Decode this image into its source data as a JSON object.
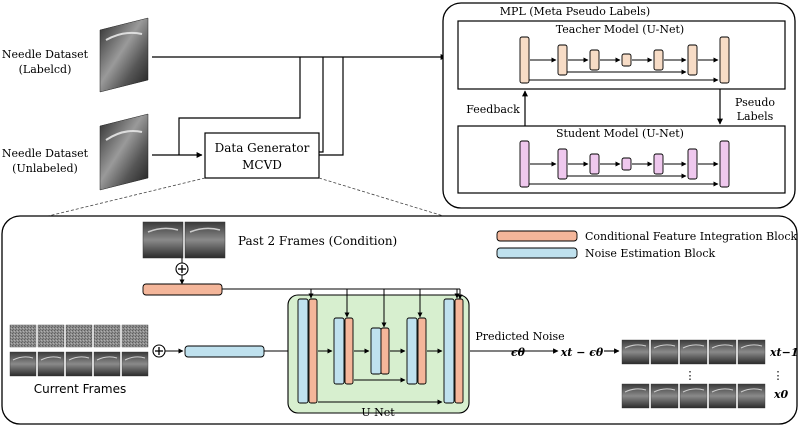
{
  "datasets": {
    "labeled_line1": "Needle Dataset",
    "labeled_line2": "(Labelcd)",
    "unlabeled_line1": "Needle Dataset",
    "unlabeled_line2": "(Unlabeled)"
  },
  "generator": {
    "line1": "Data Generator",
    "line2": "MCVD"
  },
  "mpl": {
    "title": "MPL (Meta Pseudo Labels)",
    "teacher": "Teacher Model (U-Net)",
    "student": "Student Model (U-Net)",
    "feedback": "Feedback",
    "pseudo_line1": "Pseudo",
    "pseudo_line2": "Labels"
  },
  "mcvd": {
    "past_frames": "Past 2 Frames (Condition)",
    "current_frames": "Current Frames",
    "unet": "U-Net",
    "predicted_noise": "Predicted Noise",
    "eps": "ϵθ",
    "xt_minus": "xt − ϵθ",
    "x_t_minus_1": "xt−1",
    "x_0": "x0",
    "dots": "⋮"
  },
  "legend": {
    "conditional": "Conditional Feature Integration Block",
    "noise": "Noise Estimation Block"
  },
  "colors": {
    "salmon": "#f4b69a",
    "blue": "#bfe1ee",
    "pink": "#efc8ee",
    "peach": "#f7dcc6",
    "green": "#d7efcf",
    "ultrasound": "#6f6f6f"
  }
}
